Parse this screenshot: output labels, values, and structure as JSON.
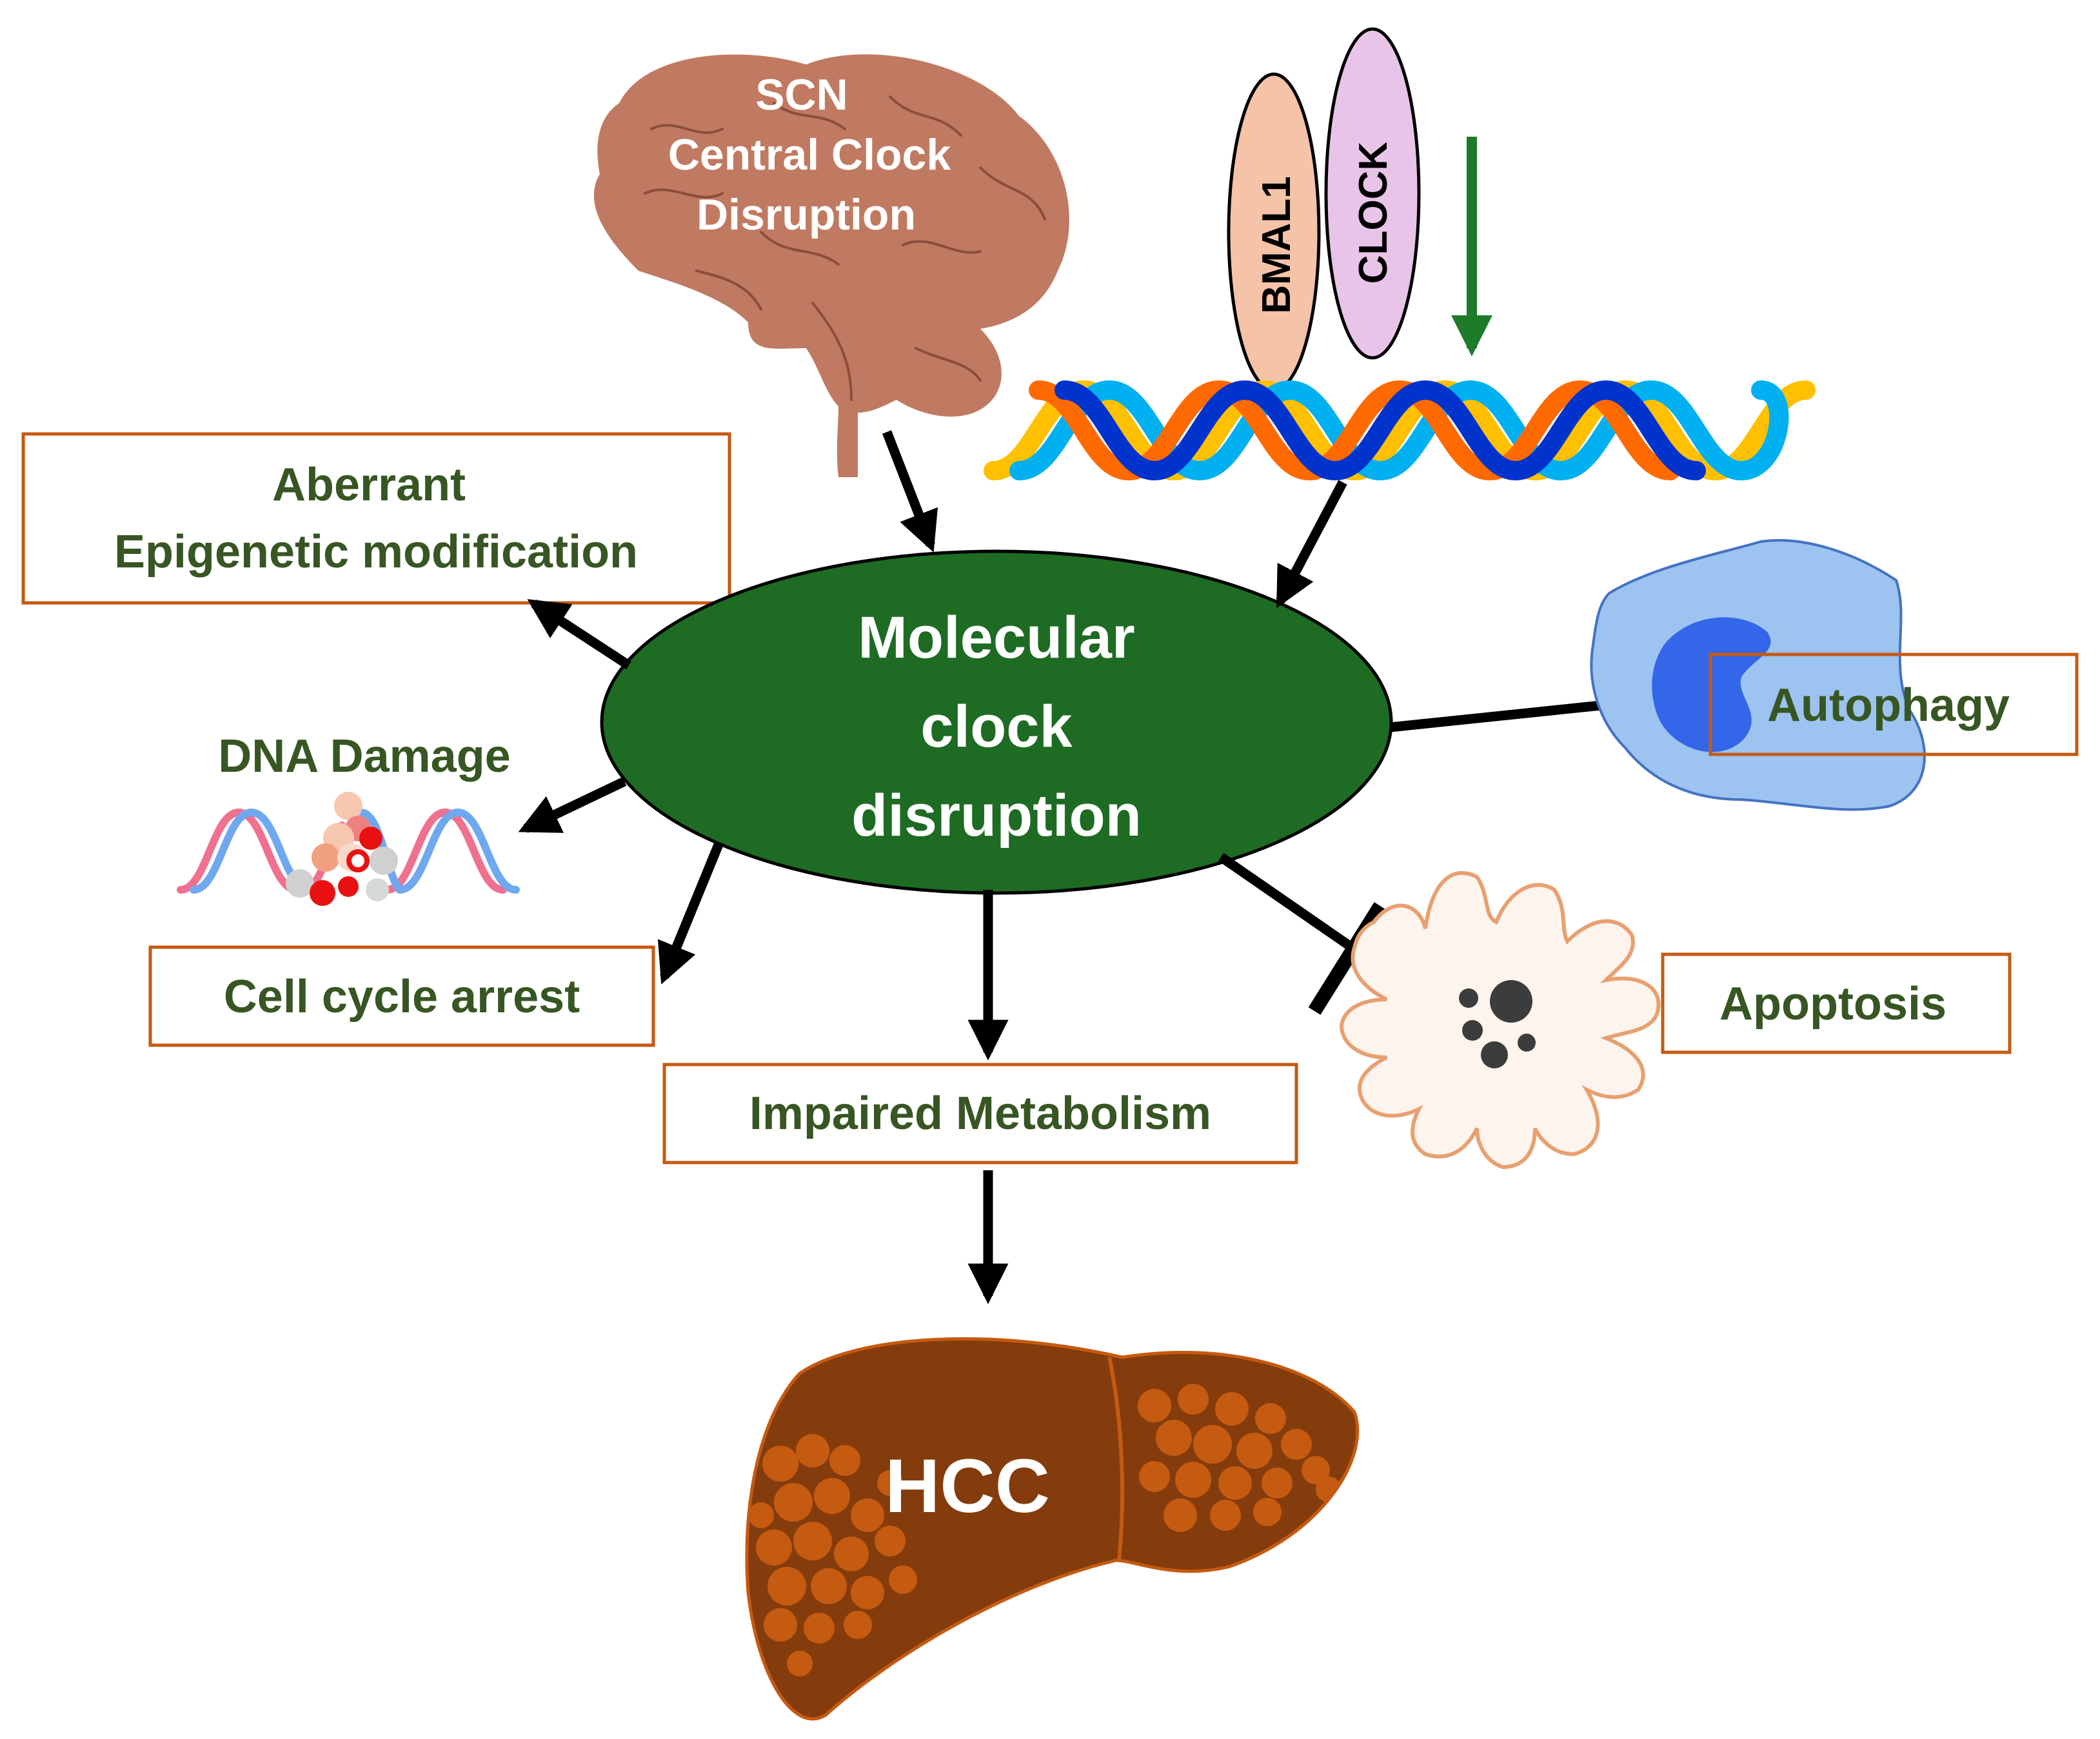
{
  "brain": {
    "lines": [
      "SCN",
      "Central Clock",
      "Disruption"
    ]
  },
  "proteins": {
    "bmal1": "BMAL1",
    "clock": "CLOCK"
  },
  "center": {
    "lines": [
      "Molecular",
      "clock",
      "disruption"
    ]
  },
  "boxes": {
    "epigenetic": [
      "Aberrant",
      "Epigenetic modification"
    ],
    "dna_damage": "DNA Damage",
    "cell_cycle": "Cell cycle arrest",
    "metabolism": "Impaired Metabolism",
    "autophagy": "Autophagy",
    "apoptosis": "Apoptosis"
  },
  "liver": {
    "label": "HCC"
  },
  "colors": {
    "label_green": "#375623",
    "box_border": "#C55A11",
    "center_fill": "#1E6B23",
    "brain": "#C07A62",
    "bmal1": "#F4C3A8",
    "clock": "#E8C5E8",
    "green_arrow": "#1E7B2A",
    "liver": "#843C0C",
    "tumor": "#C55A11"
  }
}
